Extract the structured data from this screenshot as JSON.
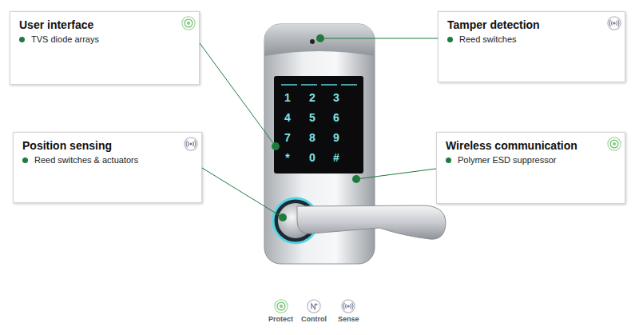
{
  "diagram": {
    "nodes": [
      {
        "text": [
          "User interface",
          "TVS diode arrays"
        ]
      },
      {
        "text": [
          "Tamper detection",
          "Reed switches"
        ]
      },
      {
        "text": [
          "Position sensing",
          "Reed switches & actuators"
        ]
      },
      {
        "text": [
          "Wireless communication",
          "Polymer ESD suppressor"
        ]
      }
    ],
    "labels": [
      "1",
      "2",
      "3",
      "4",
      "5",
      "6",
      "7",
      "8",
      "9",
      "*",
      "0",
      "#"
    ],
    "legend": [
      {
        "text": "Protect"
      },
      {
        "text": "Control"
      },
      {
        "text": "Sense"
      }
    ]
  }
}
